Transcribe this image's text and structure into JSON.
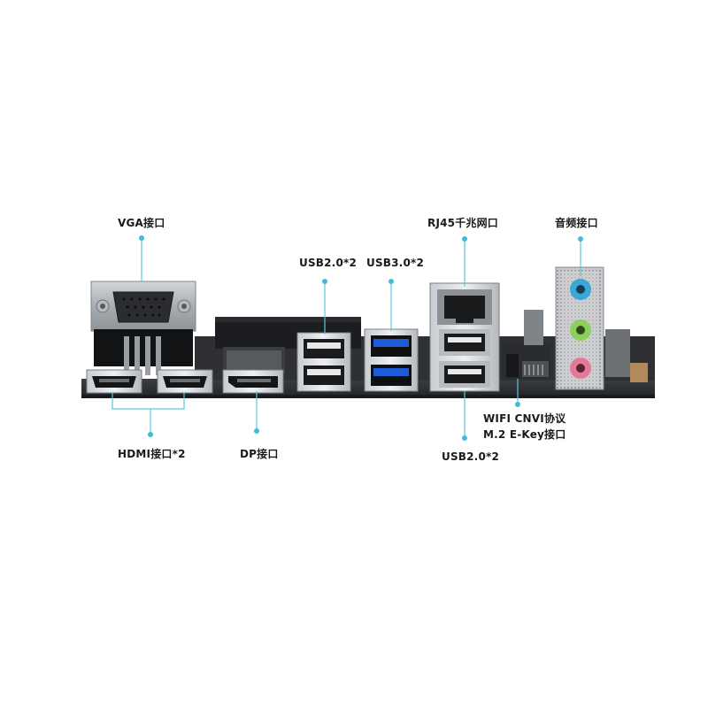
{
  "callouts": {
    "vga": "VGA接口",
    "hdmi": "HDMI接口*2",
    "dp": "DP接口",
    "usb2_top": "USB2.0*2",
    "usb3": "USB3.0*2",
    "rj45": "RJ45千兆网口",
    "audio": "音频接口",
    "wifi_line1": "WIFI CNVI协议",
    "wifi_line2": "M.2 E-Key接口",
    "usb2_bottom": "USB2.0*2"
  },
  "colors": {
    "leader": "#5cc8df",
    "usb3_blue": "#1e5bd8",
    "audio_blue": "#3aa7d6",
    "audio_green": "#8ccf5a",
    "audio_pink": "#e57a96",
    "pcb": "#2f3236"
  }
}
